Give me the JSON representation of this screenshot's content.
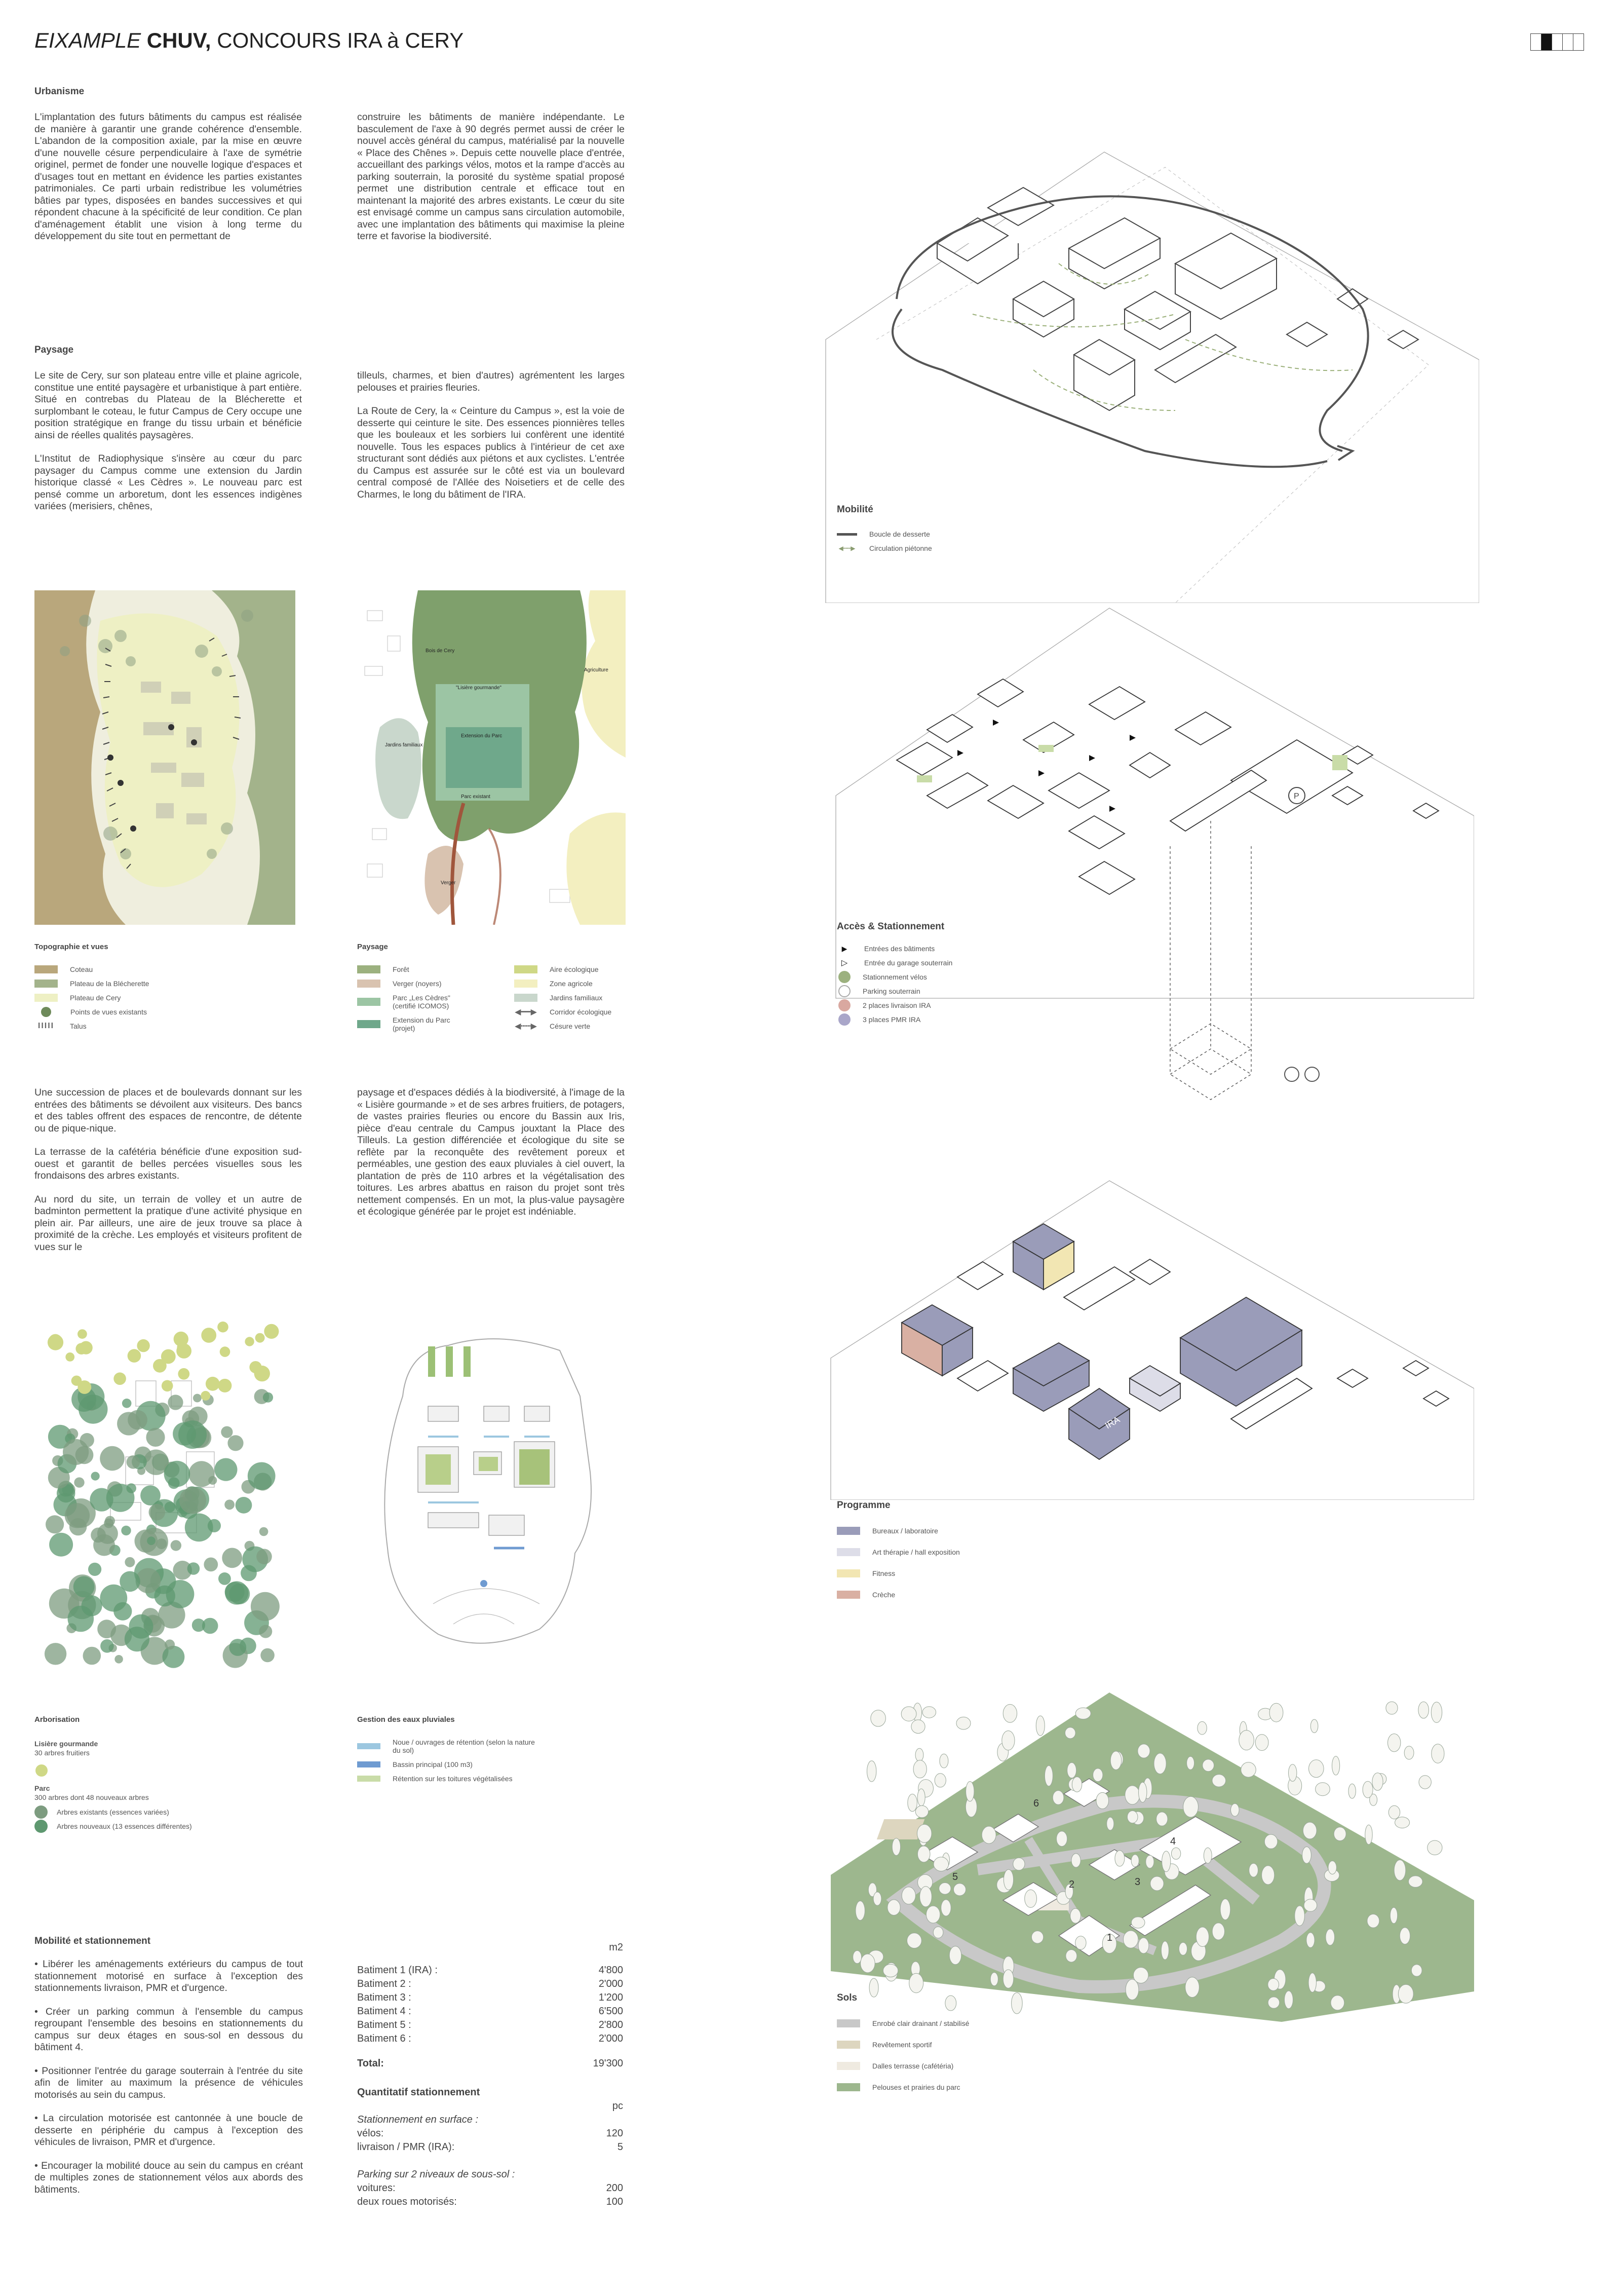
{
  "header": {
    "title_italic": "EIXAMPLE",
    "title_bold": "CHUV,",
    "title_rest": "CONCOURS IRA à CERY"
  },
  "urbanisme": {
    "heading": "Urbanisme",
    "col1": "L'implantation des futurs bâtiments du campus est réalisée de manière à garantir une grande cohérence d'ensemble. L'abandon de la composition axiale, par la mise en œuvre d'une nouvelle césure perpendiculaire à l'axe de symétrie originel, permet de fonder une nouvelle logique d'espaces et d'usages tout en mettant en évidence les parties existantes patrimoniales. Ce parti urbain redistribue les volumétries bâties par types, disposées en bandes successives et qui répondent chacune à la spécificité de leur condition. Ce plan d'aménagement établit une vision à long terme du développement du site tout en permettant de",
    "col2": "construire les bâtiments de manière indépendante. Le basculement de l'axe à 90 degrés permet aussi de créer le nouvel accès général du campus, matérialisé par la nouvelle « Place des Chênes ». Depuis cette nouvelle place d'entrée, accueillant des parkings vélos, motos et la rampe d'accès au parking souterrain, la porosité du système spatial proposé permet une distribution centrale et efficace tout en maintenant la majorité des arbres existants. Le cœur du site est envisagé comme un campus sans circulation automobile, avec une implantation des bâtiments qui maximise la pleine terre et favorise la biodiversité."
  },
  "paysage": {
    "heading": "Paysage",
    "col1_p1": "Le site de Cery, sur son plateau entre ville et plaine agricole, constitue une entité paysagère et urbanistique à part entière. Situé en contrebas du Plateau de la Blécherette et surplombant le coteau, le futur Campus de Cery occupe une position stratégique en frange du tissu urbain et bénéficie ainsi de réelles qualités paysagères.",
    "col1_p2": "L'Institut de Radiophysique s'insère au cœur du parc paysager du Campus comme une extension du Jardin historique classé « Les Cèdres ». Le nouveau parc est pensé comme un arboretum, dont les essences indigènes variées (merisiers, chênes,",
    "col2_p1": "tilleuls, charmes, et bien d'autres) agrémentent les larges pelouses et prairies fleuries.",
    "col2_p2": "La Route de Cery, la « Ceinture du Campus », est la voie de desserte qui ceinture le site. Des essences pionnières telles que les bouleaux et les sorbiers lui confèrent une identité nouvelle. Tous les espaces publics à l'intérieur de cet axe structurant sont dédiés aux piétons et aux cyclistes. L'entrée du Campus est assurée sur le côté est via un boulevard central composé de l'Allée des Noisetiers et de celle des Charmes, le long du bâtiment de l'IRA."
  },
  "map_topo": {
    "caption": "Topographie et vues",
    "legend": [
      "Coteau",
      "Plateau de la Blécherette",
      "Plateau de Cery",
      "Points de vues existants",
      "Talus"
    ],
    "colors": [
      "#b9a77c",
      "#a3b38b",
      "#eef0c4",
      "#6e8a5a",
      "#444444"
    ]
  },
  "map_paysage": {
    "caption": "Paysage",
    "labels": [
      "Bois de Cery",
      "Agriculture",
      "\"Lisière gourmande\"",
      "Jardins familiaux",
      "Extension du Parc",
      "Parc existant",
      "Verger"
    ],
    "legend_left": [
      "Forêt",
      "Verger (noyers)",
      "Parc „Les Cèdres\" (certifié ICOMOS)",
      "Extension du Parc (projet)"
    ],
    "legend_right": [
      "Aire écologique",
      "Zone agricole",
      "Jardins familiaux",
      "Corridor écologique",
      "Césure verte"
    ],
    "colors_left": [
      "#9cb17f",
      "#d9c3b0",
      "#9cc5a4",
      "#6fa88b"
    ],
    "colors_right": [
      "#cfd886",
      "#f3efc0",
      "#c9d7cc"
    ]
  },
  "texte3": {
    "col1_p1": "Une succession de places et de boulevards donnant sur les entrées des bâtiments se dévoilent aux visiteurs. Des bancs et des tables offrent des espaces de rencontre, de détente ou de pique-nique.",
    "col1_p2": "La terrasse de la cafétéria bénéficie d'une exposition sud-ouest et garantit de belles percées visuelles sous les frondaisons des arbres existants.",
    "col1_p3": "Au nord du site, un terrain de volley et un autre de badminton permettent la pratique d'une activité physique en plein air. Par ailleurs, une aire de jeux trouve sa place à proximité de la crèche. Les employés et visiteurs profitent de vues sur le",
    "col2_p1": "paysage et d'espaces dédiés à la biodiversité, à l'image de la « Lisière gourmande » et de ses arbres fruitiers, de potagers, de vastes prairies fleuries ou encore du Bassin aux Iris, pièce d'eau centrale du Campus jouxtant la Place des Tilleuls. La gestion différenciée et écologique du site se reflète par la reconquête des revêtement poreux et perméables, une gestion des eaux pluviales à ciel ouvert, la plantation de près de 110 arbres et la végétalisation des toitures. Les arbres abattus en raison du projet sont très nettement compensés. En un mot, la plus-value paysagère et écologique générée par le projet est indéniable."
  },
  "arborisation": {
    "caption": "Arborisation",
    "sub1": "Lisière gourmande",
    "sub1b": "30 arbres fruitiers",
    "sub2": "Parc",
    "sub2b": "300 arbres dont 48 nouveaux arbres",
    "legend": [
      "Arbres existants (essences variées)",
      "Arbres nouveaux (13 essences différentes)"
    ]
  },
  "eaux": {
    "caption": "Gestion des eaux pluviales",
    "legend": [
      "Noue / ouvrages de rétention (selon la nature du sol)",
      "Bassin principal (100 m3)",
      "Rétention sur les toitures végétalisées"
    ],
    "colors": [
      "#9cc7e0",
      "#6f9bd1",
      "#c9dca8"
    ]
  },
  "mobilite_text": {
    "heading": "Mobilité et stationnement",
    "items": [
      "• Libérer les aménagements extérieurs du campus de tout stationnement motorisé en surface à l'exception des stationnements livraison, PMR et d'urgence.",
      "• Créer un parking commun à l'ensemble du campus regroupant l'ensemble des besoins en stationnements du campus sur deux étages en sous-sol en dessous du bâtiment 4.",
      "• Positionner l'entrée du garage souterrain à l'entrée du site afin de limiter au maximum la présence de véhicules motorisés au sein du campus.",
      "• La circulation motorisée est cantonnée à une boucle de desserte en périphérie du campus à l'exception des véhicules de livraison, PMR et d'urgence.",
      "• Encourager la mobilité douce au sein du campus en créant de multiples zones de stationnement vélos aux abords des bâtiments."
    ]
  },
  "surfaces": {
    "unit": "m2",
    "rows": [
      {
        "label": "Batiment 1 (IRA) :",
        "value": "4'800"
      },
      {
        "label": "Batiment 2 :",
        "value": "2'000"
      },
      {
        "label": "Batiment 3 :",
        "value": "1'200"
      },
      {
        "label": "Batiment 4 :",
        "value": "6'500"
      },
      {
        "label": "Batiment 5 :",
        "value": "2'800"
      },
      {
        "label": "Batiment 6 :",
        "value": "2'000"
      }
    ],
    "total_label": "Total:",
    "total_value": "19'300",
    "parking_heading": "Quantitatif stationnement",
    "parking_unit": "pc",
    "surface_heading": "Stationnement en surface :",
    "surface_rows": [
      {
        "label": "vélos:",
        "value": "120"
      },
      {
        "label": "livraison / PMR (IRA):",
        "value": "5"
      }
    ],
    "underground_heading": "Parking sur 2 niveaux de sous-sol :",
    "underground_rows": [
      {
        "label": "voitures:",
        "value": "200"
      },
      {
        "label": "deux roues motorisés:",
        "value": "100"
      }
    ]
  },
  "axo_mobilite": {
    "title": "Mobilité",
    "legend": [
      "Boucle de desserte",
      "Circulation piétonne"
    ]
  },
  "axo_acces": {
    "title": "Accès & Stationnement",
    "legend": [
      "Entrées des bâtiments",
      "Entrée du garage souterrain",
      "Stationnement vélos",
      "Parking souterrain",
      "2 places livraison IRA",
      "3 places PMR IRA"
    ]
  },
  "axo_programme": {
    "title": "Programme",
    "legend": [
      "Bureaux / laboratoire",
      "Art thérapie / hall exposition",
      "Fitness",
      "Crèche"
    ],
    "colors": [
      "#9a9cb9",
      "#dddde8",
      "#f2e6b3",
      "#d9b0a3"
    ],
    "building_label": "IRA"
  },
  "axo_sols": {
    "title": "Sols",
    "legend": [
      "Enrobé clair drainant / stabilisé",
      "Revêtement sportif",
      "Dalles terrasse (cafétéria)",
      "Pelouses et prairies du parc"
    ],
    "colors": [
      "#c8c8c8",
      "#ddd6bf",
      "#efeae0",
      "#9db78e"
    ],
    "numbers": [
      "1",
      "2",
      "3",
      "4",
      "5",
      "6"
    ]
  },
  "icons": [
    "pager-icon",
    "view-point-icon",
    "bike-icon",
    "parking-icon",
    "delivery-icon",
    "pmr-icon",
    "entrance-arrow-icon"
  ]
}
